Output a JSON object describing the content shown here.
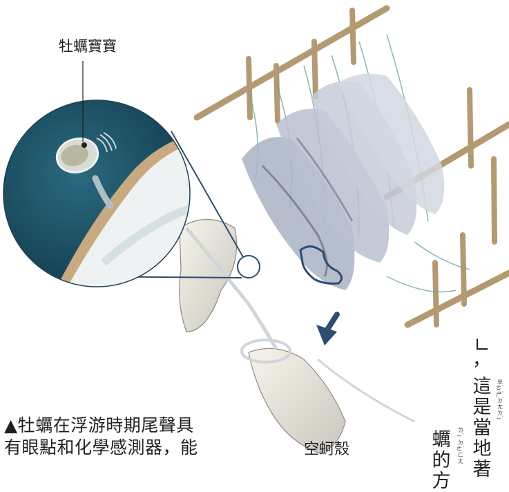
{
  "labels": {
    "oyster_spat": "牡蠣寶寶",
    "empty_shell": "空蚵殼"
  },
  "caption_lines": [
    "▲牡蠣在浮游時期尾聲具",
    "有眼點和化學感測器，能"
  ],
  "vertical_text": {
    "column_1": "這是當地著",
    "column_2": "蠣的方",
    "zhuyin_1": "ㄓㄜˋ ㄕˋ ㄉㄤ ㄉㄧˋ",
    "zhuyin_2": "ㄌㄧˋ ㄉㄜ˙ ㄈㄤ"
  },
  "colors": {
    "ocean": "#1d4f63",
    "shell": "#f3efe4",
    "pole": "#b49a73",
    "arrow": "#2f4c6f",
    "text": "#231f20"
  }
}
